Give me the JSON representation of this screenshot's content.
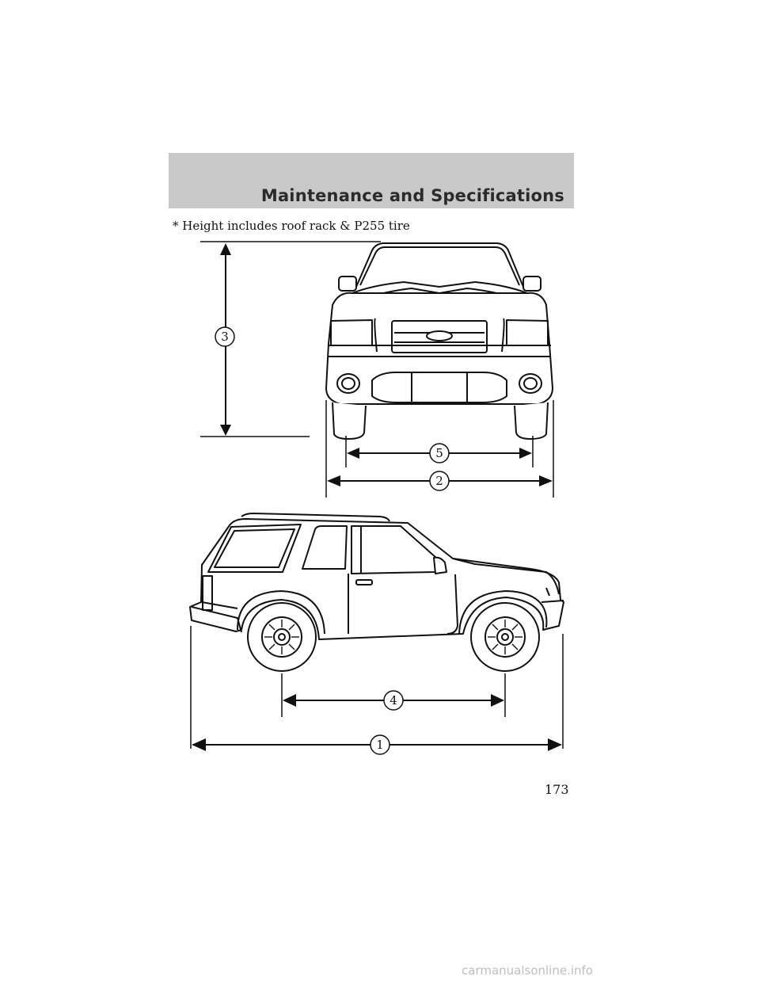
{
  "header": {
    "title": "Maintenance and Specifications"
  },
  "note": "* Height includes roof rack & P255 tire",
  "callouts": {
    "c1": "1",
    "c2": "2",
    "c3": "3",
    "c4": "4",
    "c5": "5"
  },
  "page_number": "173",
  "footer": {
    "watermark": "carmanualsonline.info"
  }
}
